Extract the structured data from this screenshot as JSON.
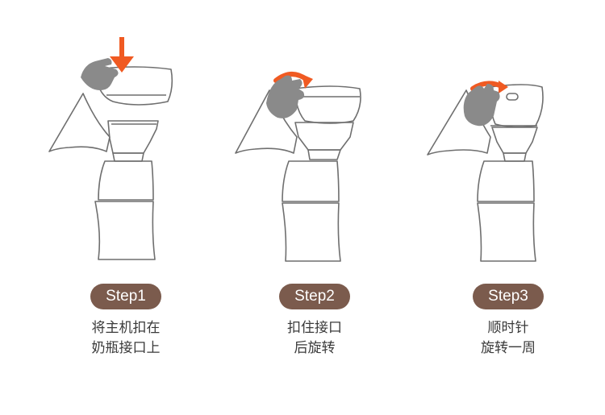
{
  "accent_color": "#f05a22",
  "pill_color": "#7b5b4d",
  "outline_color": "#6f6f6f",
  "hand_color": "#8a8a8a",
  "steps": [
    {
      "label": "Step1",
      "line1": "将主机扣在",
      "line2": "奶瓶接口上",
      "action_icon": "down-arrow"
    },
    {
      "label": "Step2",
      "line1": "扣住接口",
      "line2": "后旋转",
      "action_icon": "rotate-arrow"
    },
    {
      "label": "Step3",
      "line1": "顺时针",
      "line2": "旋转一周",
      "action_icon": "rotate-arrow"
    }
  ]
}
